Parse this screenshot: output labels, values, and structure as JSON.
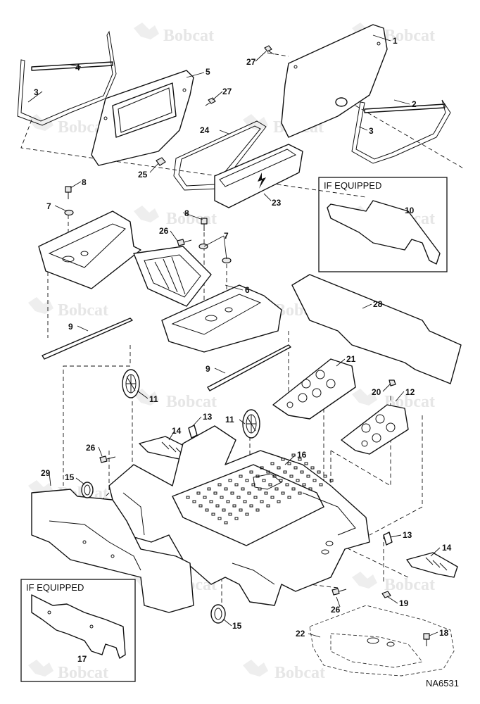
{
  "watermark": {
    "text": "Bobcat"
  },
  "drawing_code": "NA6531",
  "inset_boxes": [
    {
      "id": "upper",
      "title": "IF EQUIPPED",
      "callout": "10"
    },
    {
      "id": "lower",
      "title": "IF EQUIPPED",
      "callout": "17"
    }
  ],
  "callouts": [
    "1",
    "2",
    "3",
    "3",
    "4",
    "5",
    "27",
    "27",
    "24",
    "25",
    "23",
    "8",
    "8",
    "7",
    "7",
    "26",
    "26",
    "26",
    "6",
    "9",
    "9",
    "28",
    "21",
    "20",
    "12",
    "11",
    "11",
    "13",
    "13",
    "14",
    "14",
    "16",
    "29",
    "15",
    "15",
    "19",
    "22",
    "18"
  ]
}
